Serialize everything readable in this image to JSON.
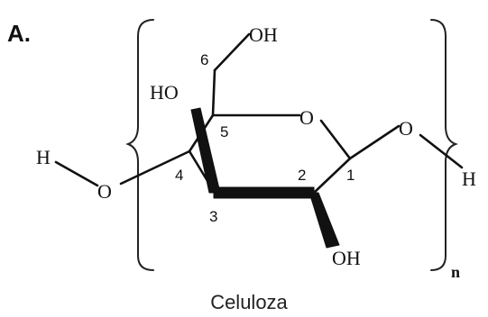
{
  "panel_label": "A.",
  "caption": "Celuloza",
  "atoms": {
    "oh_c6": "OH",
    "oh_c3": "HO",
    "ring_o": "O",
    "o_left": "O",
    "o_right": "O",
    "h_left": "H",
    "h_right": "H",
    "oh_c2": "OH"
  },
  "numbers": {
    "c1": "1",
    "c2": "2",
    "c3": "3",
    "c4": "4",
    "c5": "5",
    "c6": "6"
  },
  "repeat_subscript": "n"
}
